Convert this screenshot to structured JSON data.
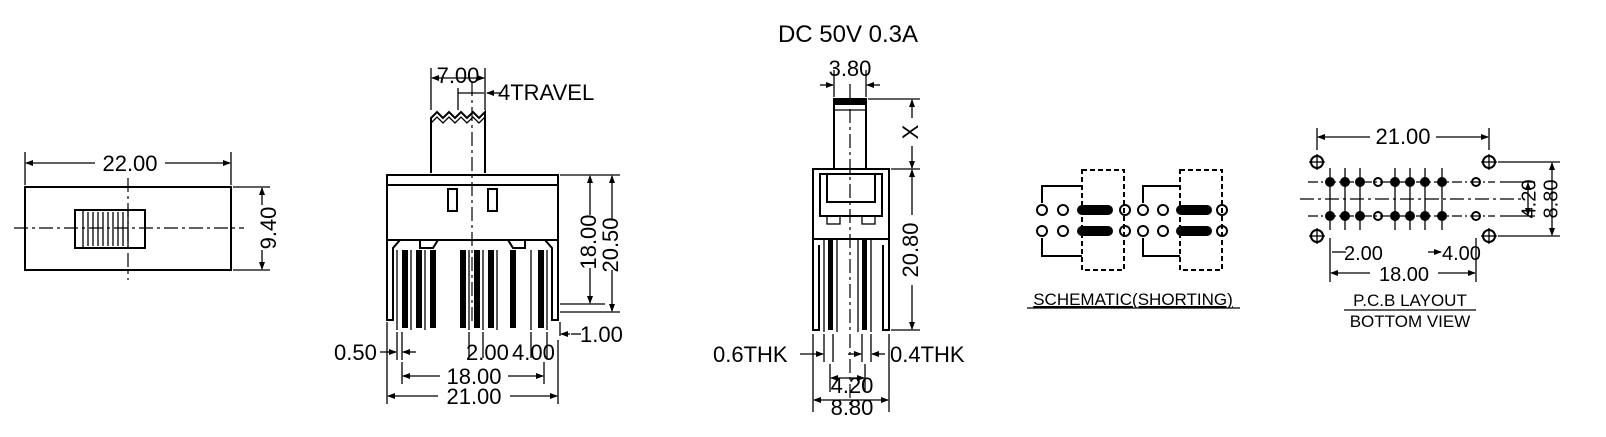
{
  "rating": "DC  50V  0.3A",
  "top_view": {
    "length": "22.00",
    "height": "9.40"
  },
  "front_view": {
    "actuator_width": "7.00",
    "travel": "4TRAVEL",
    "body_height": "18.00",
    "total_height": "20.50",
    "pin_thk": "0.50",
    "pin_pitch": "2.00",
    "pin_space": "4.00",
    "tab_thk": "1.00",
    "pin_span": "18.00",
    "body_width": "21.00"
  },
  "side_view": {
    "actuator_width": "3.80",
    "actuator_height": "X",
    "body_height": "20.80",
    "pin_thk_left": "0.6THK",
    "pin_thk_right": "0.4THK",
    "row_pitch": "4.20",
    "body_depth": "8.80"
  },
  "schematic": {
    "caption": "SCHEMATIC(SHORTING)"
  },
  "pcb": {
    "width": "21.00",
    "row_pitch": "4.20",
    "depth": "8.80",
    "pitch_a": "2.00",
    "pitch_b": "4.00",
    "span": "18.00",
    "caption1": "P.C.B LAYOUT",
    "caption2": "BOTTOM VIEW"
  }
}
